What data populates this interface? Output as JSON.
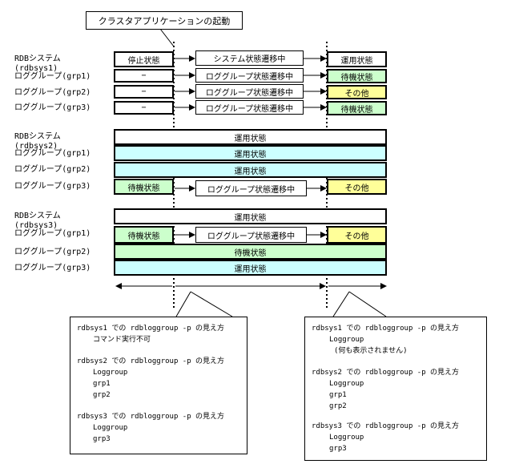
{
  "callout": "クラスタアプリケーションの起動",
  "labels": {
    "rdb": "RDBシステム",
    "grp1": "ロググループ(grp1)",
    "grp2": "ロググループ(grp2)",
    "grp3": "ロググループ(grp3)",
    "sys1": "(rdbsys1)",
    "sys2": "(rdbsys2)",
    "sys3": "(rdbsys3)"
  },
  "states": {
    "stopped": "停止状態",
    "operating": "運用状態",
    "standby": "待機状態",
    "other": "その他",
    "none": "−",
    "sys_transition": "システム状態遷移中",
    "grp_transition": "ロググループ状態遷移中"
  },
  "notes": {
    "left": {
      "l1": "rdbsys1 での rdbloggroup -p の見え方",
      "l2": "コマンド実行不可",
      "l3": "rdbsys2 での rdbloggroup -p の見え方",
      "l4": "Loggroup",
      "l5": "grp1",
      "l6": "grp2",
      "l7": "rdbsys3 での rdbloggroup -p の見え方",
      "l8": "Loggroup",
      "l9": "grp3"
    },
    "right": {
      "l1": "rdbsys1 での rdbloggroup -p の見え方",
      "l2": "Loggroup",
      "l3": "(何も表示されません)",
      "l4": "rdbsys2 での rdbloggroup -p の見え方",
      "l5": "Loggroup",
      "l6": "grp1",
      "l7": "grp2",
      "l8": "rdbsys3 での rdbloggroup -p の見え方",
      "l9": "Loggroup",
      "l10": "grp3"
    }
  }
}
